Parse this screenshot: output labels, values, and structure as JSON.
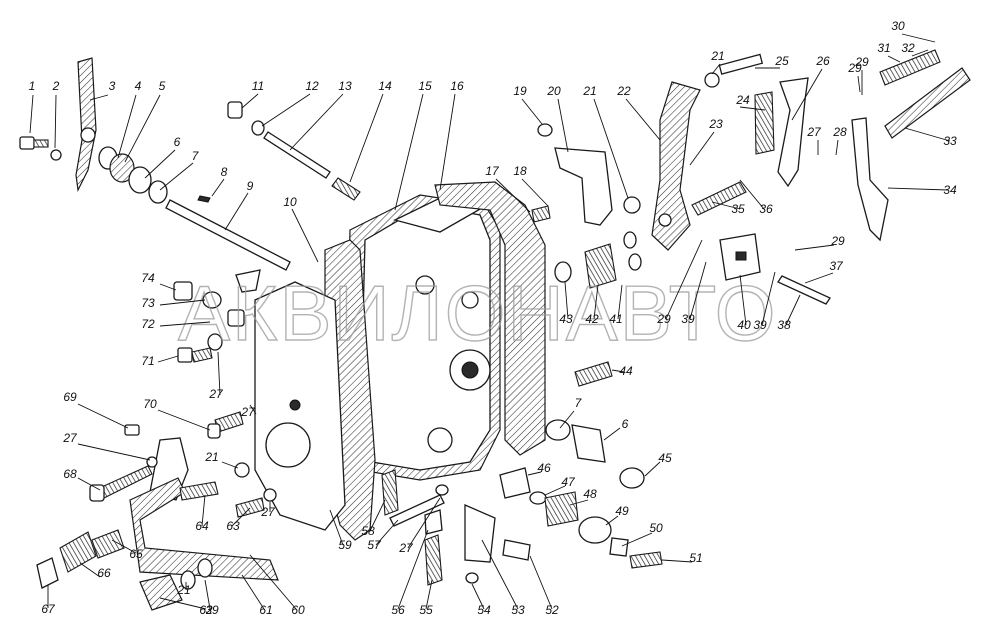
{
  "watermark": "АКВИЛОНАВТО",
  "callouts": [
    "1",
    "2",
    "3",
    "4",
    "5",
    "6",
    "7",
    "8",
    "9",
    "10",
    "11",
    "12",
    "13",
    "14",
    "15",
    "16",
    "17",
    "18",
    "19",
    "20",
    "21",
    "22",
    "23",
    "24",
    "25",
    "26",
    "27",
    "28",
    "29",
    "30",
    "31",
    "32",
    "33",
    "34",
    "35",
    "36",
    "37",
    "38",
    "39",
    "40",
    "41",
    "42",
    "43",
    "44",
    "45",
    "46",
    "47",
    "48",
    "49",
    "50",
    "51",
    "52",
    "53",
    "54",
    "55",
    "56",
    "57",
    "58",
    "59",
    "60",
    "61",
    "62",
    "63",
    "64",
    "65",
    "66",
    "67",
    "68",
    "69",
    "70",
    "71",
    "72",
    "73",
    "74"
  ],
  "extra_callouts": {
    "c21b": "21",
    "c21c": "21",
    "c21d": "21",
    "c27b": "27",
    "c27c": "27",
    "c27d": "27",
    "c27e": "27",
    "c27f": "27",
    "c29b": "29",
    "c29c": "29",
    "c29d": "29",
    "c39b": "39",
    "c39c": "39",
    "c6b": "6",
    "c7b": "7"
  }
}
